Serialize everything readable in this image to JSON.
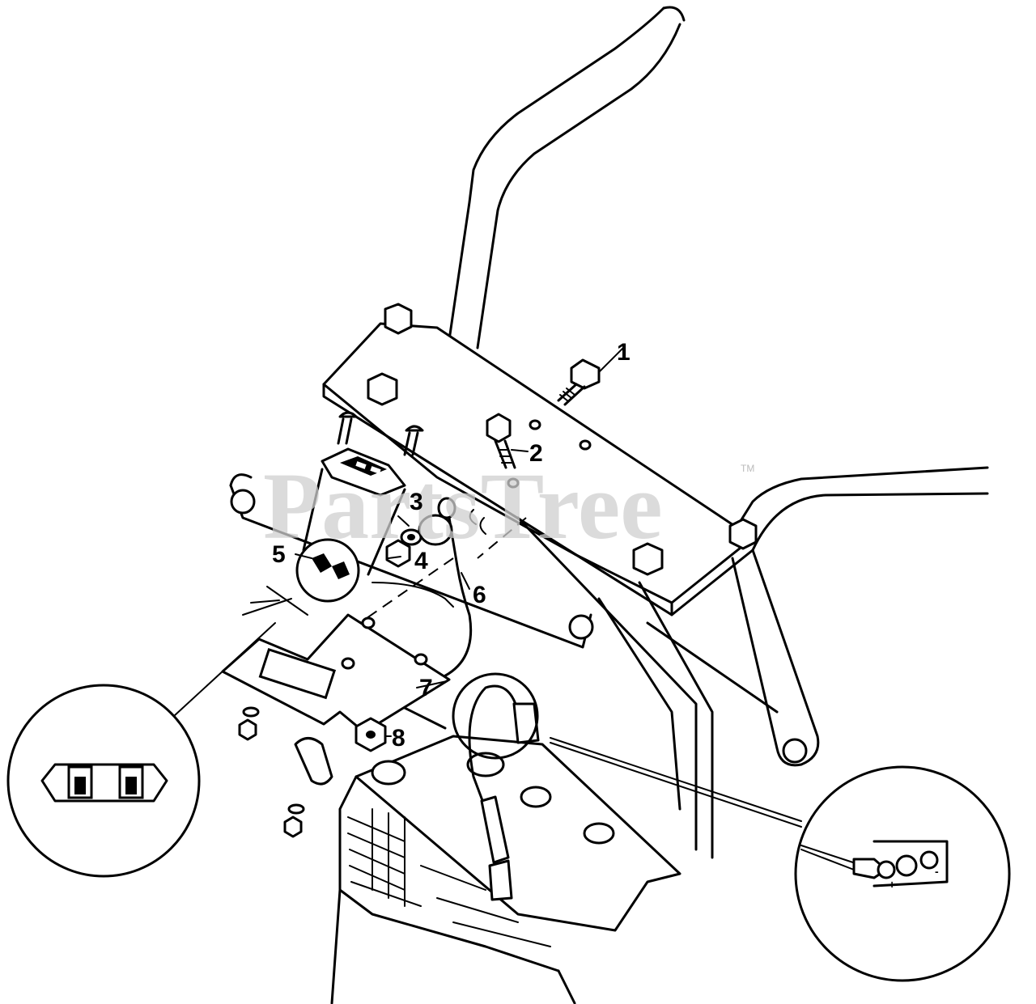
{
  "watermark": {
    "text": "PartsTree",
    "trademark": "TM"
  },
  "callouts": [
    {
      "number": "1"
    },
    {
      "number": "2"
    },
    {
      "number": "3"
    },
    {
      "number": "4"
    },
    {
      "number": "5"
    },
    {
      "number": "6"
    },
    {
      "number": "7"
    },
    {
      "number": "8"
    }
  ],
  "battery_terminal_signs": {
    "positive": "+",
    "negative": "-"
  }
}
